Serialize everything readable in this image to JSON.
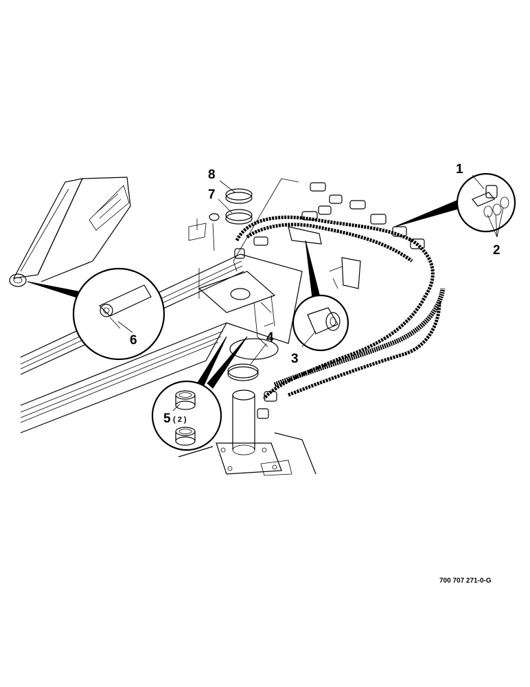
{
  "callouts": [
    {
      "id": "1",
      "label": "1"
    },
    {
      "id": "2",
      "label": "2"
    },
    {
      "id": "3",
      "label": "3"
    },
    {
      "id": "4",
      "label": "4"
    },
    {
      "id": "5",
      "label": "5",
      "qty": "( 2 )"
    },
    {
      "id": "6",
      "label": "6"
    },
    {
      "id": "7",
      "label": "7"
    },
    {
      "id": "8",
      "label": "8"
    }
  ],
  "reference_code": "700 707 271-0-G",
  "colors": {
    "ink": "#000000",
    "paper": "#ffffff"
  }
}
